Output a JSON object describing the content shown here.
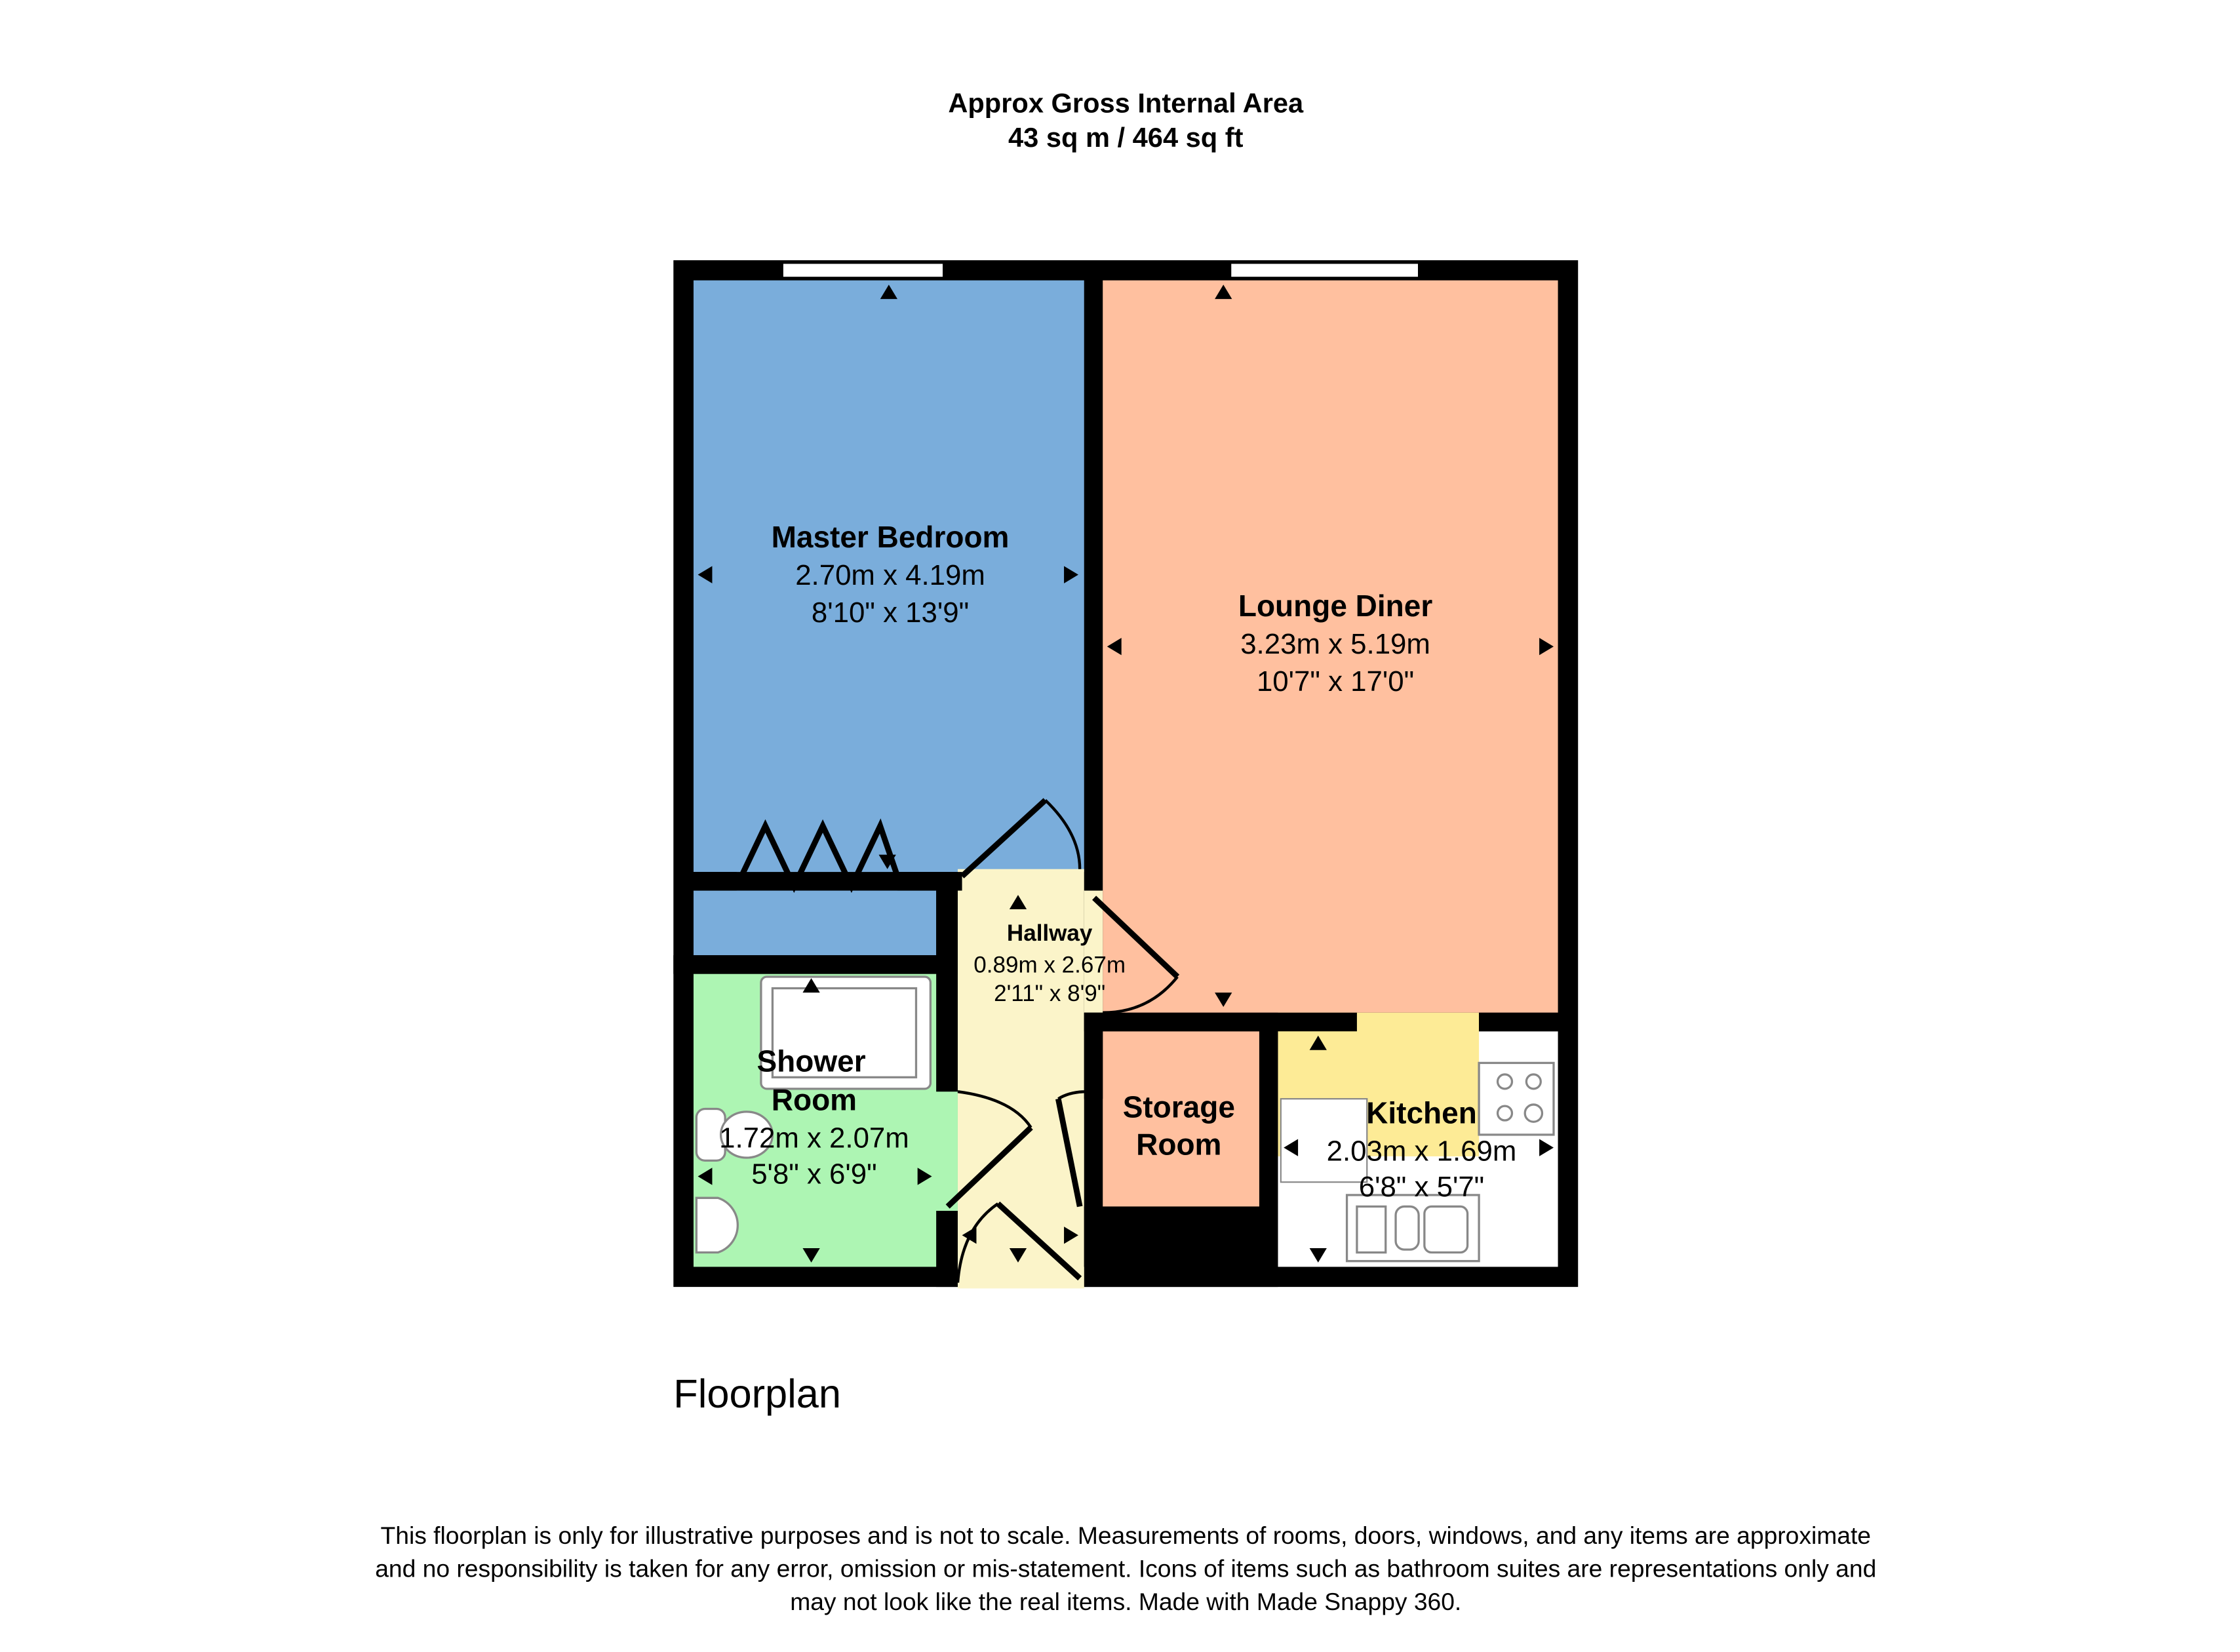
{
  "header": {
    "title": "Approx Gross Internal Area",
    "area": "43 sq m / 464 sq ft"
  },
  "rooms": [
    {
      "name": "Master Bedroom",
      "metric": "2.70m x 4.19m",
      "imperial": "8'10\" x 13'9\"",
      "color": "#7AADDB"
    },
    {
      "name": "Lounge Diner",
      "metric": "3.23m x 5.19m",
      "imperial": "10'7\" x 17'0\"",
      "color": "#FFC09F"
    },
    {
      "name": "Hallway",
      "metric": "0.89m x 2.67m",
      "imperial": "2'11\" x 8'9\"",
      "color": "#FBF4C9"
    },
    {
      "name_line1": "Shower",
      "name_line2": "Room",
      "metric": "1.72m x 2.07m",
      "imperial": "5'8\" x 6'9\"",
      "color": "#ADF5B3"
    },
    {
      "name_line1": "Storage",
      "name_line2": "Room",
      "color": "#FFC09F"
    },
    {
      "name": "Kitchen",
      "metric": "2.03m x 1.69m",
      "imperial": "6'8\" x 5'7\"",
      "color": "#FDEB96"
    }
  ],
  "floor_label": "Floorplan",
  "disclaimer": [
    "This floorplan is only for illustrative purposes and is not to scale. Measurements of rooms, doors, windows, and any items are approximate",
    "and no responsibility is taken for any error, omission or mis-statement. Icons of items such as bathroom suites are representations only and",
    "may not look like the real items. Made with Made Snappy 360."
  ]
}
